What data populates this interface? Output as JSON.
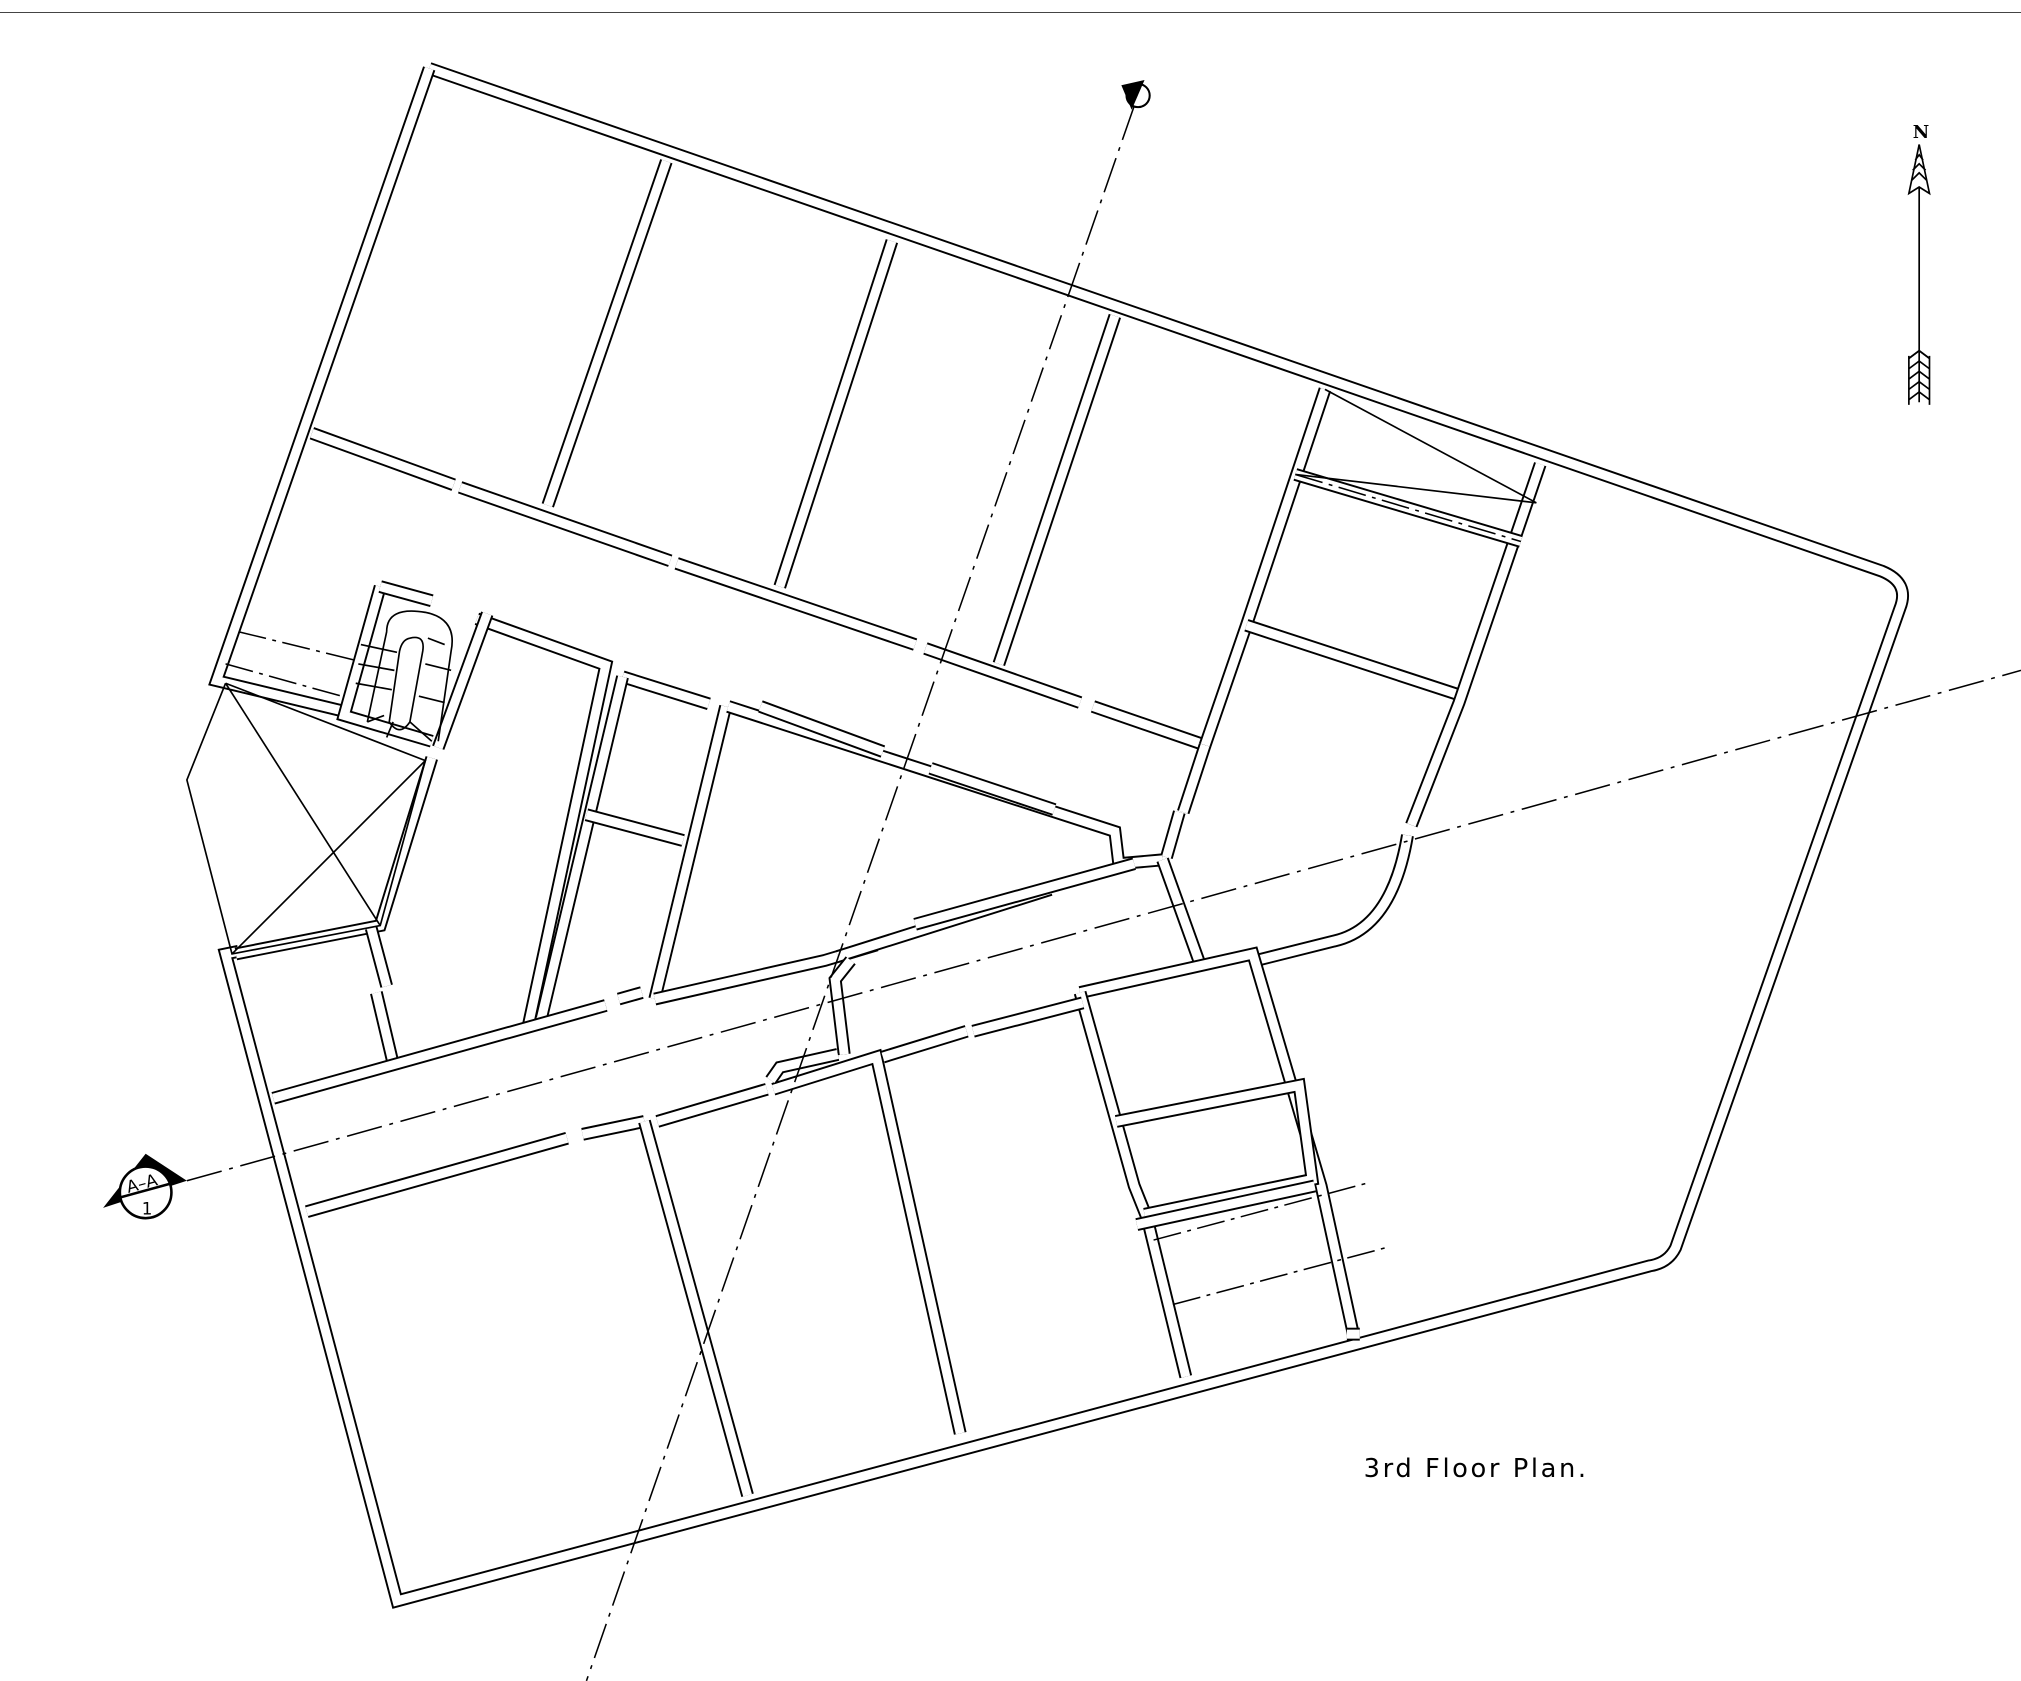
{
  "drawing": {
    "title": "3rd Floor Plan.",
    "north_label": "N",
    "section_marker_left": {
      "label": "A–A",
      "sheet": "1"
    },
    "section_marker_top": {
      "icon": "section-marker-icon"
    },
    "colors": {
      "ink": "#000000",
      "paper": "#ffffff"
    }
  }
}
